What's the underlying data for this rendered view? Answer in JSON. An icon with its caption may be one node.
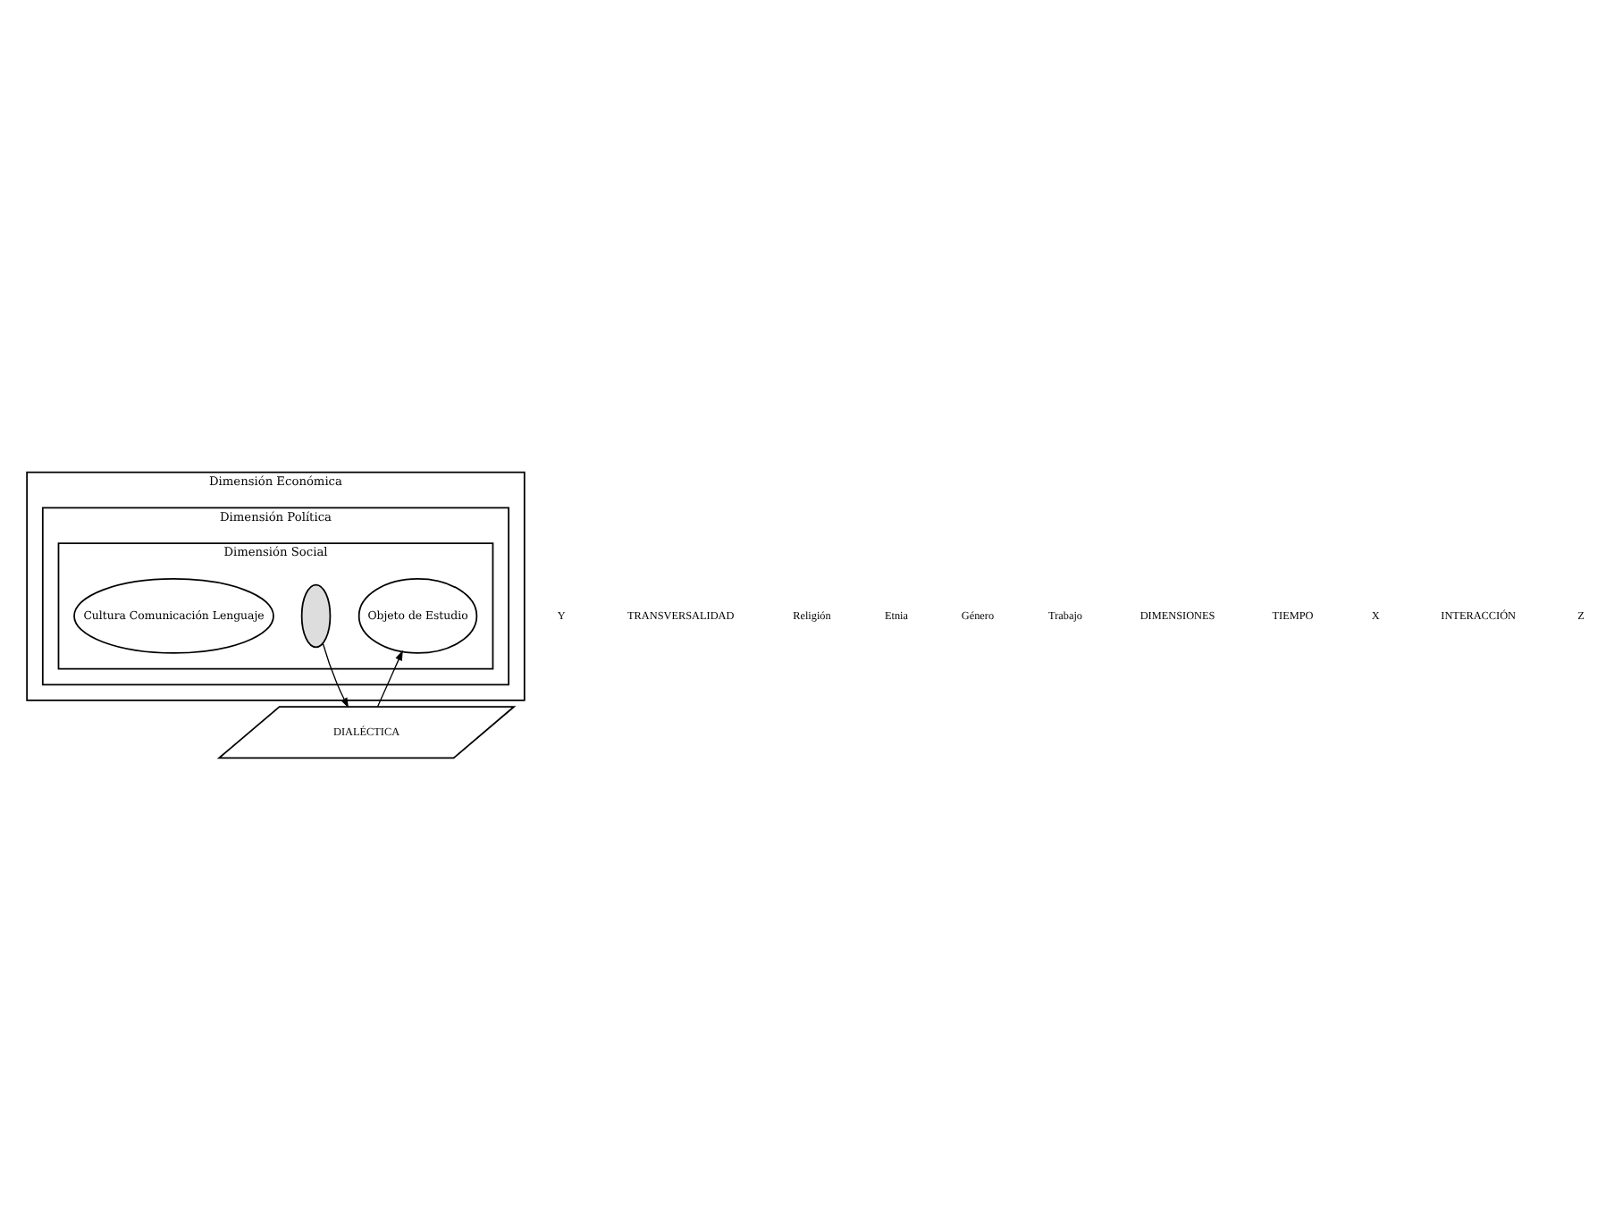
{
  "diagram": {
    "nodes": [
      {
        "text": [
          "Dimensión Económica"
        ]
      },
      {
        "text": [
          "Dimensión Política"
        ],
        "in": 0
      },
      {
        "text": [
          "Dimensión Social"
        ],
        "in": 1
      },
      {
        "text": [
          "Cultura Comunicación Lenguaje"
        ],
        "in": 2
      },
      {
        "text": [],
        "shape": "lens",
        "in": 2
      },
      {
        "text": [
          "Objeto de Estudio"
        ],
        "in": 2
      },
      {
        "text": [
          "DIALÉCTICA"
        ]
      }
    ],
    "edges": [
      {
        "from": 4,
        "to": 6,
        "arrow": "to"
      },
      {
        "from": 6,
        "to": 5,
        "arrow": "to"
      }
    ],
    "labels": [
      "Y",
      "TRANSVERSALIDAD",
      "Religión",
      "Etnia",
      "Género",
      "Trabajo",
      "DIMENSIONES",
      "TIEMPO",
      "X",
      "INTERACCIÓN",
      "Z"
    ]
  }
}
